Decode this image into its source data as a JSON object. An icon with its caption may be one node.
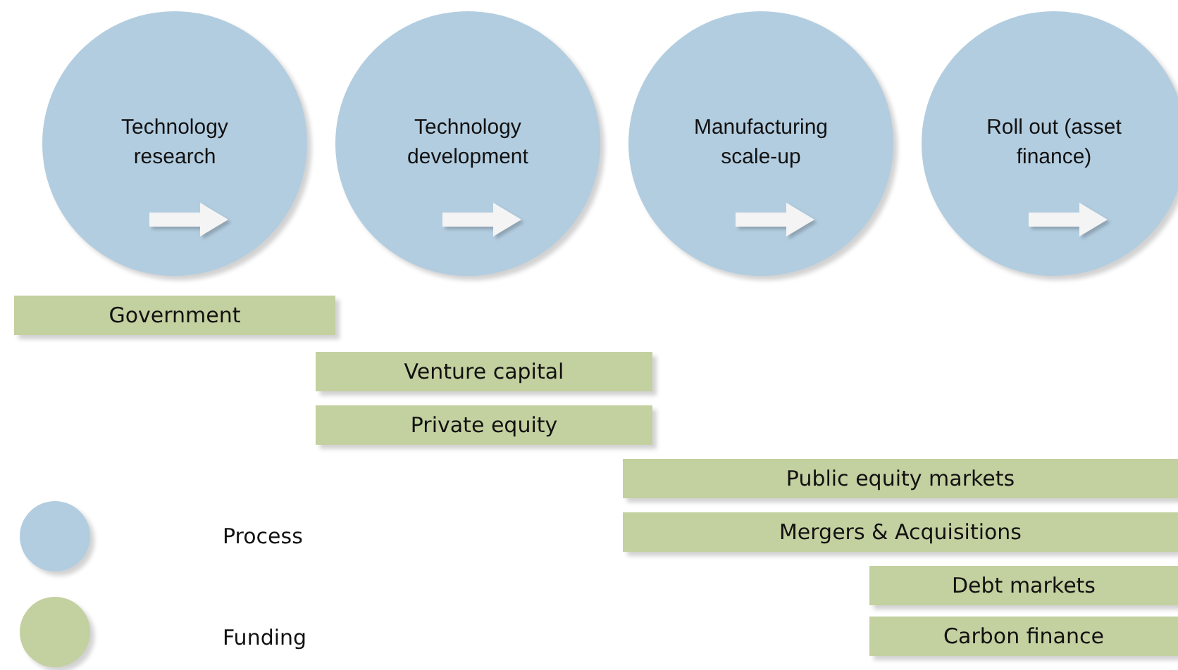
{
  "diagram": {
    "nodes": [
      {
        "text": [
          "Technology research"
        ]
      },
      {
        "text": [
          "Technology development"
        ]
      },
      {
        "text": [
          "Manufacturing scale-up"
        ]
      },
      {
        "text": [
          "Roll out (asset finance)"
        ]
      },
      {
        "text": [
          "Government"
        ]
      },
      {
        "text": [
          "Venture capital"
        ]
      },
      {
        "text": [
          "Private equity"
        ]
      },
      {
        "text": [
          "Public equity markets"
        ]
      },
      {
        "text": [
          "Mergers & Acquisitions"
        ]
      },
      {
        "text": [
          "Debt markets"
        ]
      },
      {
        "text": [
          "Carbon finance"
        ]
      }
    ],
    "legend": [
      {
        "text": "Process",
        "color": "#b3cde0"
      },
      {
        "text": "Funding",
        "color": "#c3d09f"
      }
    ]
  }
}
